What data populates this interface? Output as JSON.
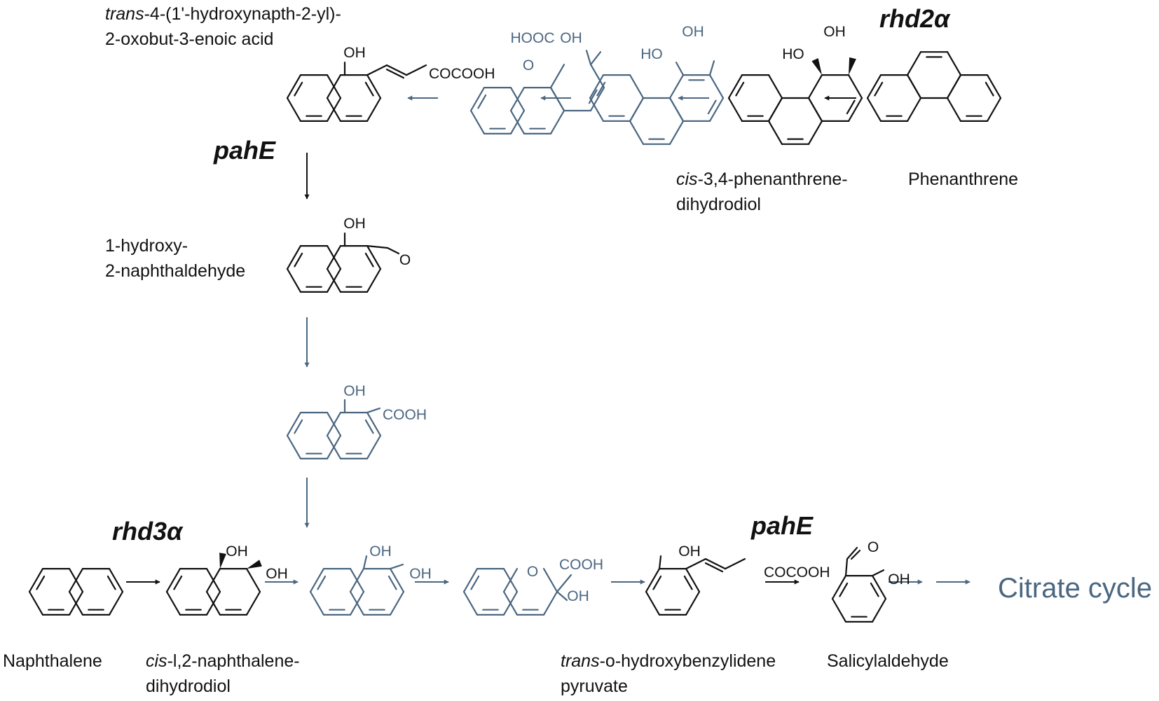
{
  "colors": {
    "main": "#111111",
    "inferred": "#4a6680"
  },
  "genes": {
    "rhd2a": "rhd2α",
    "pahe_top": "pahE",
    "rhd3a": "rhd3α",
    "pahe_bottom": "pahE"
  },
  "labels": {
    "trans_hna": {
      "italic": "trans",
      "line1": "-4-(1'-hydroxynapth-2-yl)-",
      "line2": "2-oxobut-3-enoic acid"
    },
    "cis_phen": {
      "italic": "cis",
      "line1": "-3,4-phenanthrene-",
      "line2": "dihydrodiol"
    },
    "phenanthrene": "Phenanthrene",
    "hydroxynaphthaldehyde": {
      "line1": "1-hydroxy-",
      "line2": "2-naphthaldehyde"
    },
    "naphthalene": "Naphthalene",
    "cis_naph": {
      "italic": "cis",
      "line1": "-l,2-naphthalene-",
      "line2": "dihydrodiol"
    },
    "trans_ohb": {
      "italic": "trans",
      "line1": "-o-hydroxybenzylidene",
      "line2": "pyruvate"
    },
    "salicylaldehyde": "Salicylaldehyde",
    "citrate": "Citrate cycle"
  },
  "atoms": {
    "oh": "OH",
    "ho": "HO",
    "o": "O",
    "cocooh": "COCOOH",
    "hooc": "HOOC",
    "cooh": "COOH"
  }
}
